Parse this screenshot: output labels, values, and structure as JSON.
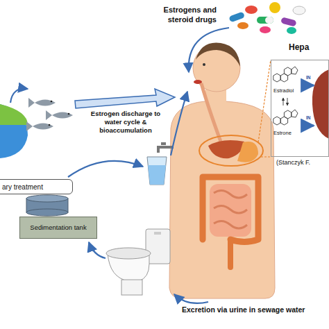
{
  "diagram": {
    "nodes": [
      {
        "text": [
          "Hepa",
          "Estradiol",
          "Estrone",
          "IN",
          "IN"
        ]
      },
      {
        "text": [
          "ary treatment"
        ]
      },
      {
        "text": [
          "Sedimentation tank"
        ]
      }
    ],
    "labels": [
      "Estrogens and steroid drugs",
      "Estrogen discharge to water cycle & bioaccumulation",
      "(Stanczyk F.",
      "Excretion via urine in sewage water"
    ]
  }
}
